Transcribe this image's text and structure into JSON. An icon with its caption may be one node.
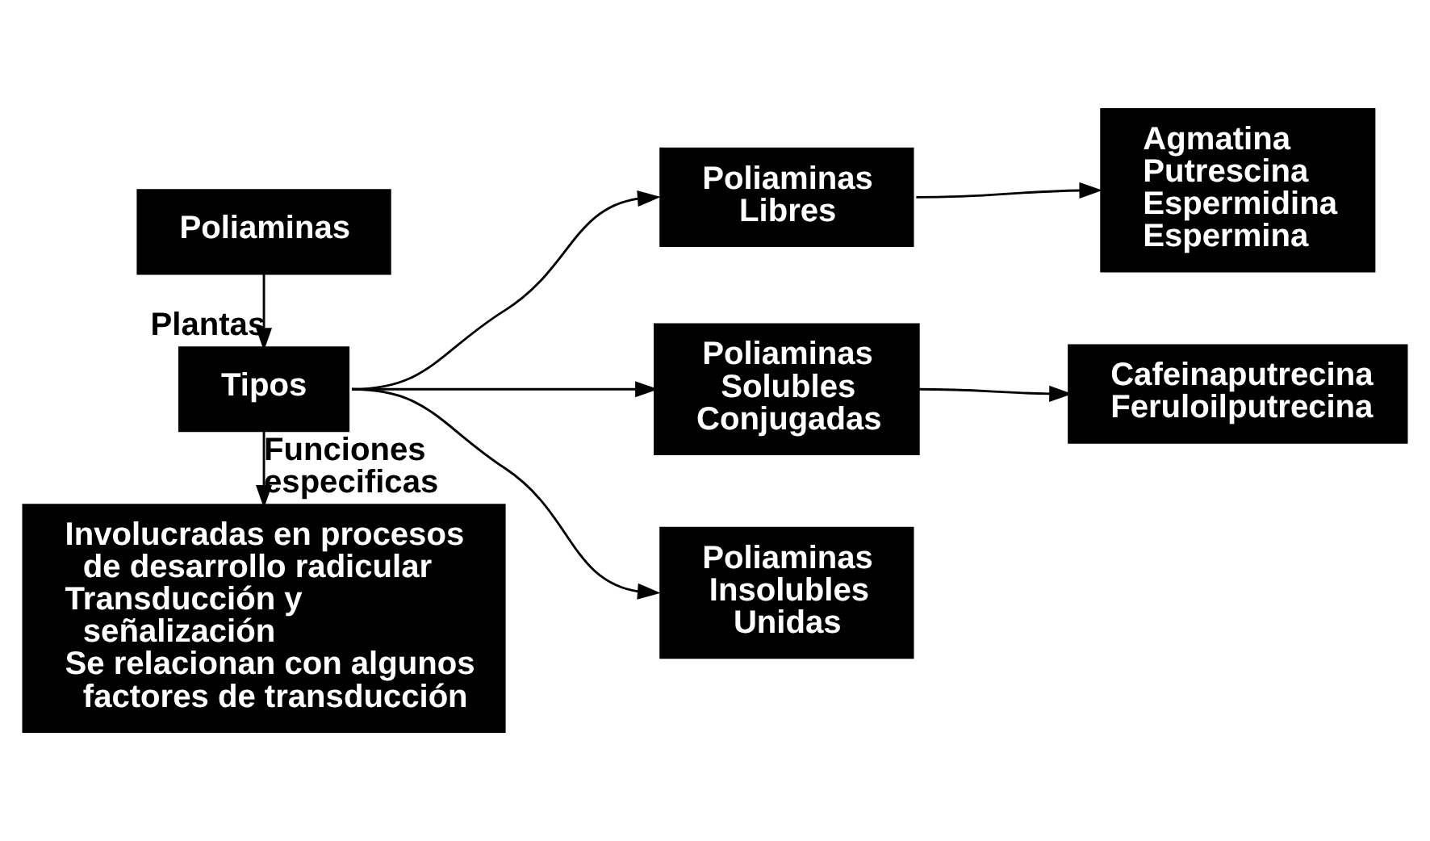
{
  "diagram": {
    "nodes": [
      {
        "text": [
          "Poliaminas"
        ]
      },
      {
        "text": [
          "Tipos"
        ]
      },
      {
        "text": [
          "Involucradas en procesos de desarrollo radicular",
          "Transducción y señalización",
          "Se relacionan con algunos factores de transducción"
        ]
      },
      {
        "text": [
          "Poliaminas Libres"
        ]
      },
      {
        "text": [
          "Poliaminas Solubles Conjugadas"
        ]
      },
      {
        "text": [
          "Poliaminas Insolubles Unidas"
        ]
      },
      {
        "text": [
          "Agmatina",
          "Putrescina",
          "Espermidina",
          "Espermina"
        ]
      },
      {
        "text": [
          "Cafeinaputrecina",
          "Feruloilputrecina"
        ]
      }
    ],
    "edges": [
      {
        "from": 0,
        "to": 1,
        "arrow": "to",
        "label": "Plantas"
      },
      {
        "from": 1,
        "to": 2,
        "arrow": "to",
        "label": "Funciones especificas"
      },
      {
        "from": 1,
        "to": 3,
        "arrow": "to"
      },
      {
        "from": 1,
        "to": 4,
        "arrow": "to"
      },
      {
        "from": 1,
        "to": 5,
        "arrow": "to"
      },
      {
        "from": 3,
        "to": 6,
        "arrow": "to"
      },
      {
        "from": 4,
        "to": 7,
        "arrow": "to"
      }
    ]
  }
}
